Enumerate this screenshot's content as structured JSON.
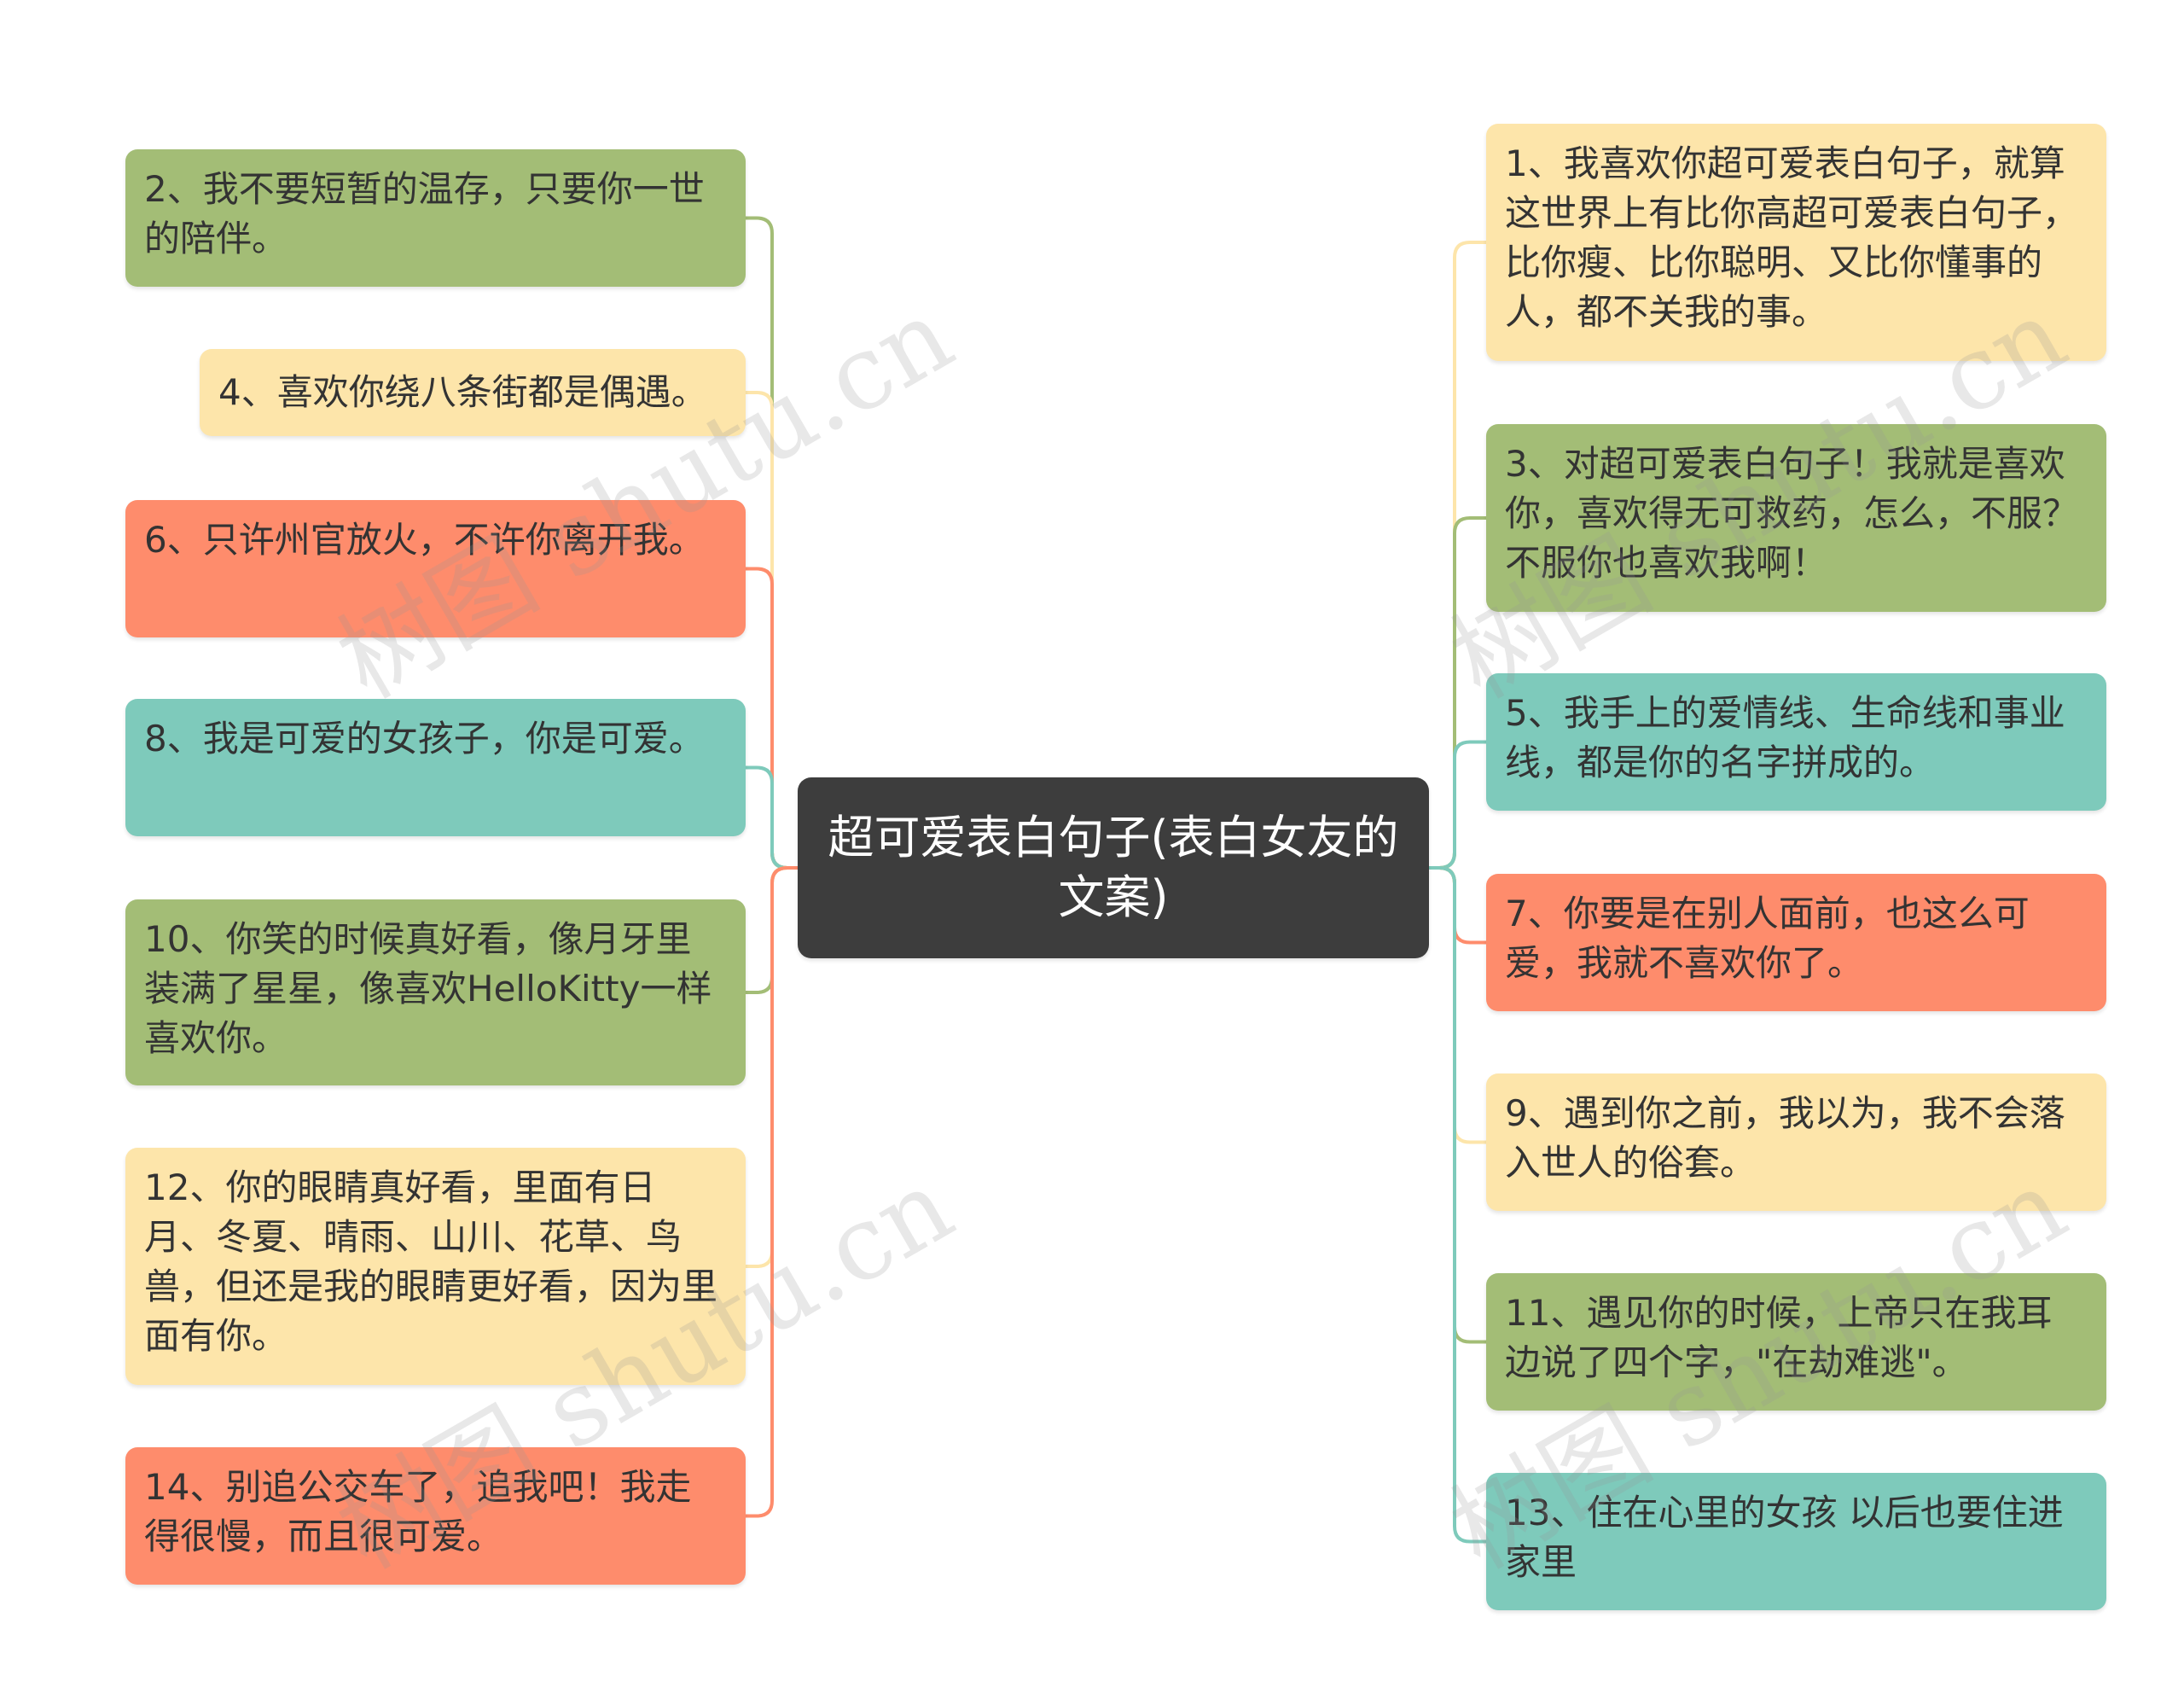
{
  "center": {
    "text": "超可爱表白句子(表白女友的文案)"
  },
  "left_nodes": [
    {
      "text": "2、我不要短暂的温存，只要你一世的陪伴。",
      "color": "#a3bd76"
    },
    {
      "text": "4、喜欢你绕八条街都是偶遇。",
      "color": "#fde5aa"
    },
    {
      "text": "6、只许州官放火，不许你离开我。",
      "color": "#fe8c6c"
    },
    {
      "text": "8、我是可爱的女孩子，你是可爱。",
      "color": "#7ecabb"
    },
    {
      "text": "10、你笑的时候真好看，像月牙里装满了星星，像喜欢HelloKitty一样喜欢你。",
      "color": "#a3bd76"
    },
    {
      "text": "12、你的眼睛真好看，里面有日月、冬夏、晴雨、山川、花草、鸟兽，但还是我的眼睛更好看，因为里面有你。",
      "color": "#fde5aa"
    },
    {
      "text": "14、别追公交车了，追我吧！我走得很慢，而且很可爱。",
      "color": "#fe8c6c"
    }
  ],
  "right_nodes": [
    {
      "text": "1、我喜欢你超可爱表白句子，就算这世界上有比你高超可爱表白句子，比你瘦、比你聪明、又比你懂事的人，都不关我的事。",
      "color": "#fde5aa"
    },
    {
      "text": "3、对超可爱表白句子！我就是喜欢你，喜欢得无可救药，怎么，不服？不服你也喜欢我啊！",
      "color": "#a3bd76"
    },
    {
      "text": "5、我手上的爱情线、生命线和事业线，都是你的名字拼成的。",
      "color": "#7ecabb"
    },
    {
      "text": "7、你要是在别人面前，也这么可爱，我就不喜欢你了。",
      "color": "#fe8c6c"
    },
    {
      "text": "9、遇到你之前，我以为，我不会落入世人的俗套。",
      "color": "#fde5aa"
    },
    {
      "text": "11、遇见你的时候，上帝只在我耳边说了四个字，\"在劫难逃\"。",
      "color": "#a3bd76"
    },
    {
      "text": "13、住在心里的女孩 以后也要住进家里",
      "color": "#7ecabb"
    }
  ],
  "watermark": {
    "text": "树图 shutu.cn"
  },
  "colors": {
    "center_bg": "#3d3d3d",
    "green": "#a3bd76",
    "yellow": "#fde5aa",
    "orange": "#fe8c6c",
    "teal": "#7ecabb"
  }
}
